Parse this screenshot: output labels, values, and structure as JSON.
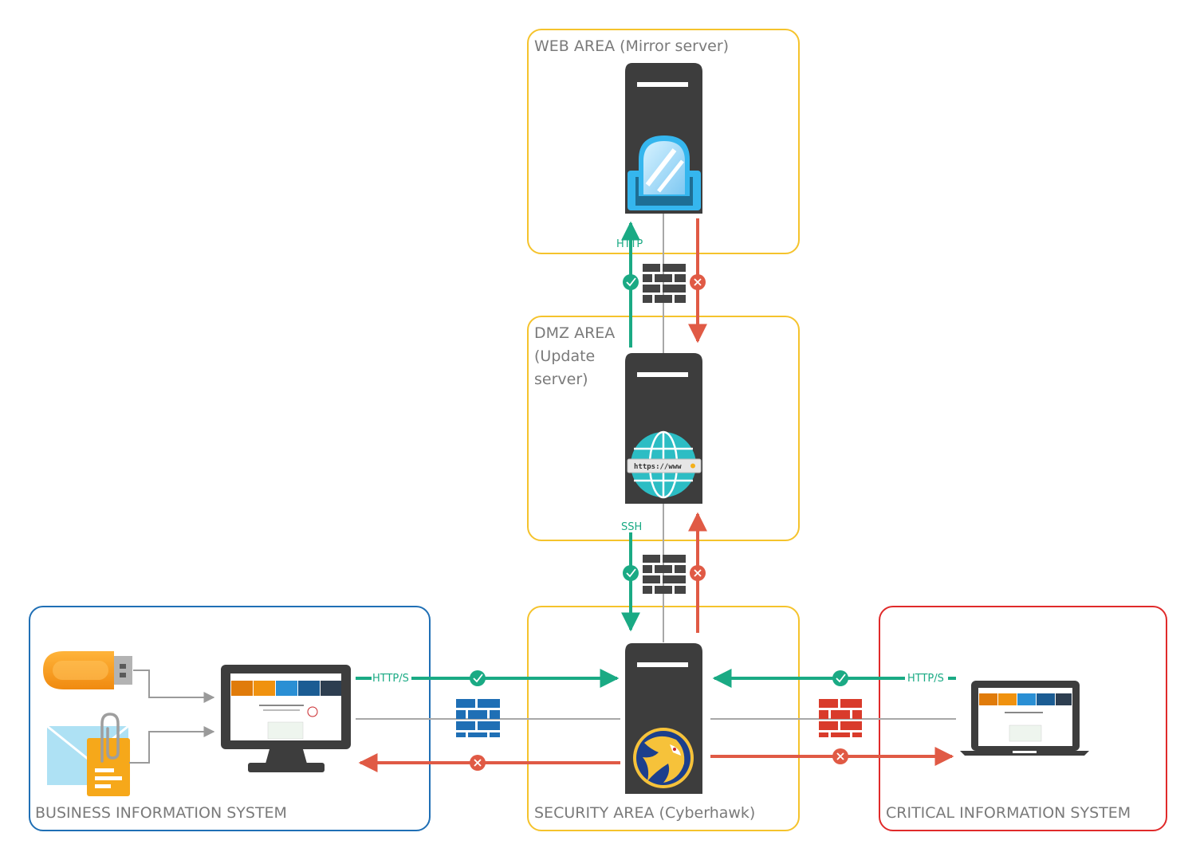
{
  "areas": {
    "web": "WEB AREA (Mirror server)",
    "dmz_line1": "DMZ AREA",
    "dmz_line2": "(Update",
    "dmz_line3": "server)",
    "security": "SECURITY AREA (Cyberhawk)",
    "business": "BUSINESS INFORMATION SYSTEM",
    "critical": "CRITICAL INFORMATION SYSTEM"
  },
  "protocols": {
    "web_dmz": "HTTP",
    "dmz_security": "SSH",
    "business_security": "HTTP/S",
    "critical_security": "HTTP/S"
  },
  "dmz_server_url": "https://www",
  "colors": {
    "area_yellow": "#f5c32c",
    "business_blue": "#1f6fb5",
    "critical_red": "#e02a2a",
    "allowed_green": "#1aaa84",
    "blocked_red": "#e05a45",
    "server_dark": "#3d3d3d",
    "firewall_gray": "#444444",
    "firewall_blue": "#1f6fb5",
    "firewall_red": "#d93b2b"
  },
  "icons": [
    "server-icon",
    "mirror-icon",
    "globe-icon",
    "eagle-logo-icon",
    "firewall-icon",
    "usb-drive-icon",
    "email-attachment-icon",
    "desktop-monitor-icon",
    "laptop-icon",
    "check-icon",
    "cross-icon"
  ]
}
